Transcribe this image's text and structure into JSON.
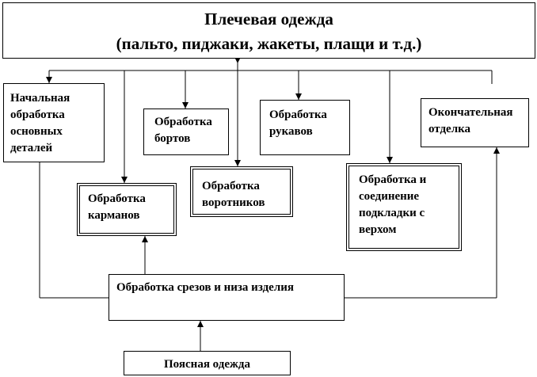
{
  "top": {
    "line1": "Плечевая одежда",
    "line2": "(пальто, пиджаки, жакеты, плащи и т.д.)"
  },
  "boxes": {
    "initial": "Начальная\nобработка\nосновных\nдеталей",
    "pockets": "Обработка\nкарманов",
    "lapels": "Обработка\nбортов",
    "collars": "Обработка\nворотников",
    "sleeves": "Обработка\nрукавов",
    "lining": "Обработка и\nсоединение\nподкладки с\nверхом",
    "finishing": "Окончательная\nотделка",
    "edges": "Обработка срезов и низа изделия",
    "waist": "Поясная одежда"
  }
}
